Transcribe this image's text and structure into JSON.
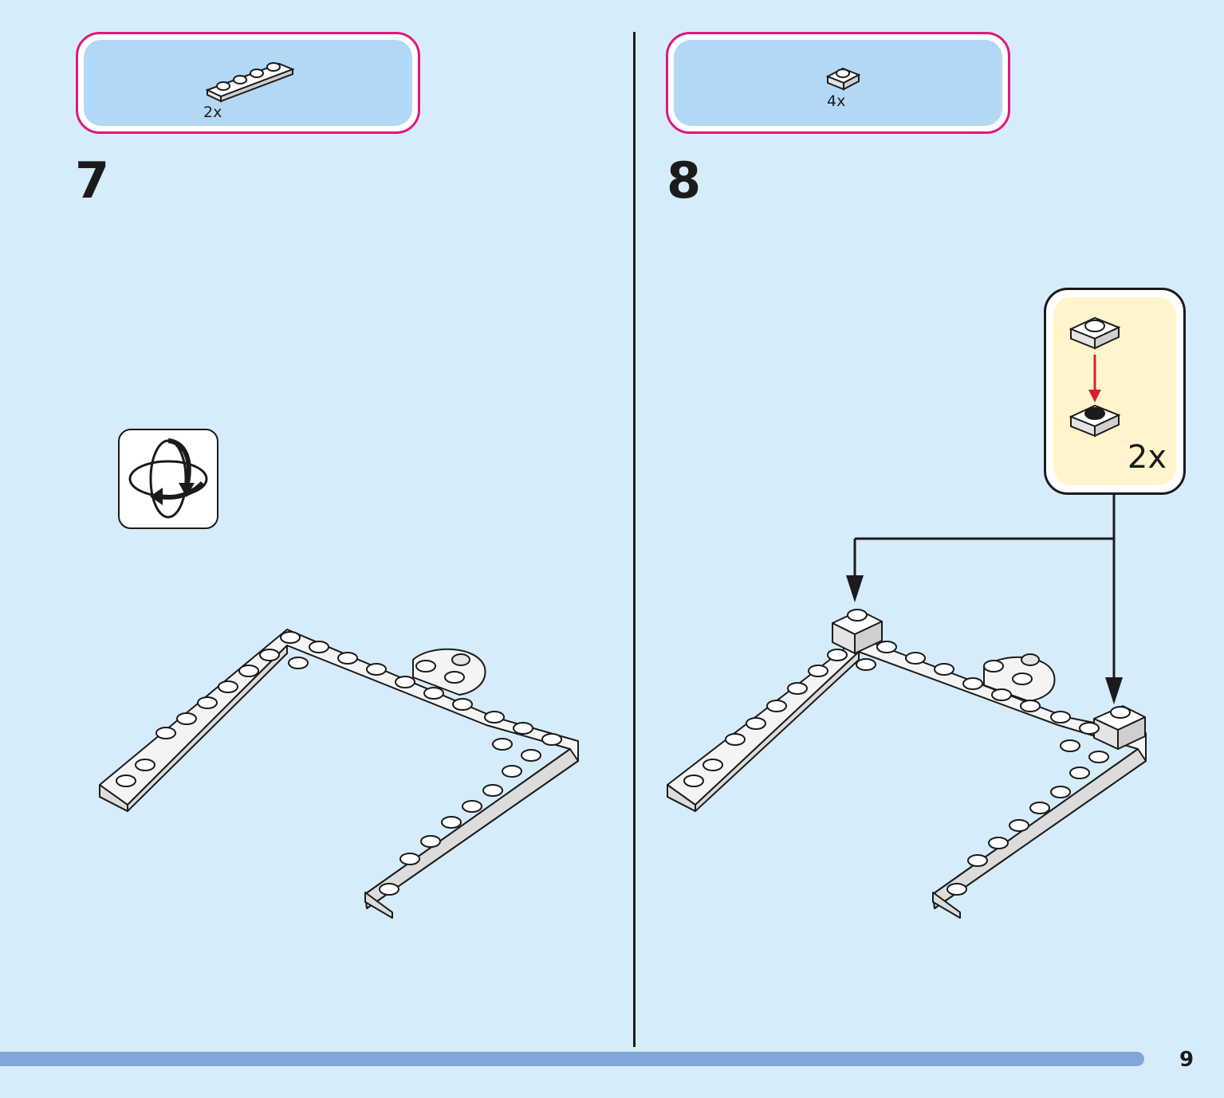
{
  "steps": [
    {
      "number": "7",
      "parts": [
        {
          "qty": "2x",
          "icon": "plate-1x4-white"
        }
      ]
    },
    {
      "number": "8",
      "parts": [
        {
          "qty": "4x",
          "icon": "plate-1x1-white"
        }
      ],
      "callout": {
        "qty": "2x",
        "icon": "stacked-plate-1x1-white",
        "arrow_color": "#d9202a"
      }
    }
  ],
  "rotate_icon": "rotate-model-icon",
  "page_number": "9",
  "colors": {
    "background": "#d6ecfb",
    "parts_border": "#e0177c",
    "parts_fill": "#b3d8f5",
    "callout_fill": "#fff4cc",
    "progress": "#7fa7d8"
  }
}
